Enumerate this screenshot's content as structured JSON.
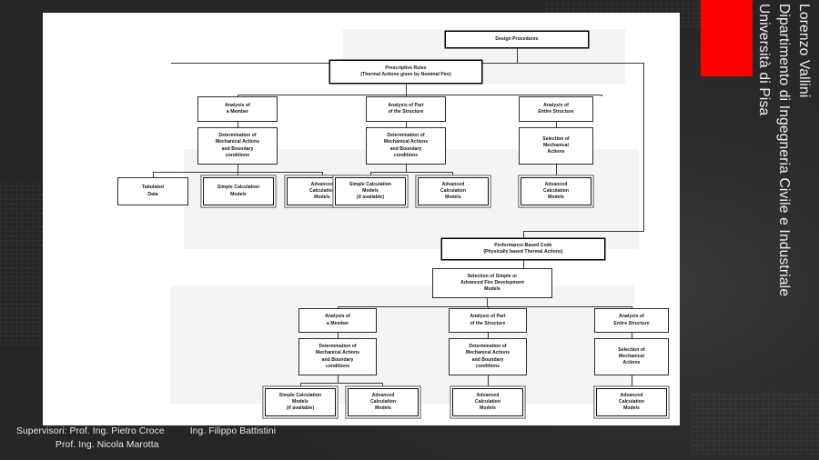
{
  "slide": {
    "accent_red": "#fe0000",
    "background": "#2b2b2b",
    "vertical_title": {
      "line1": "Lorenzo Vallini",
      "line2": "Dipartimento di Ingegneria Civile e Industriale",
      "line3": "Università di Pisa"
    },
    "footer": {
      "left_line1": "Supervisori: Prof. Ing. Pietro Croce",
      "left_line2": "Prof. Ing. Nicola Marotta",
      "right_line1": "Ing. Filippo Battistini"
    }
  },
  "diagram": {
    "title": "Design Procedures",
    "nodes": {
      "design_procedures": "Design Procedures",
      "prescriptive_rules": "Prescriptive Rules\n(Thermal Actions given by Nominal Fire)",
      "performance_based_code": "Performance-Based Code\n(Physically based Thermal Actions)",
      "fire_dev_models": "Selection of Simple or\nAdvanced Fire Development\nModels",
      "analysis_member": "Analysis of\na Member",
      "analysis_part": "Analysis of Part\nof the Structure",
      "analysis_entire": "Analysis of\nEntire Structure",
      "determination": "Determination of\nMechanical Actions\nand Boundary\nconditions",
      "selection_mech": "Selection of\nMechanical\nActions",
      "tabulated_data": "Tabulated\nData",
      "simple_calc": "Simple Calculation\nModels",
      "simple_calc_avail": "Simple Calculation\nModels\n(if available)",
      "advanced_calc": "Advanced\nCalculation\nModels"
    },
    "prescriptive_branch": {
      "columns": [
        {
          "head": "Analysis of\na Member",
          "mid": "Determination of\nMechanical Actions\nand Boundary\nconditions",
          "leaves": [
            "Tabulated\nData",
            "Simple Calculation\nModels",
            "Advanced\nCalculation\nModels"
          ]
        },
        {
          "head": "Analysis of Part\nof the Structure",
          "mid": "Determination of\nMechanical Actions\nand Boundary\nconditions",
          "leaves": [
            "Simple Calculation\nModels\n(if available)",
            "Advanced\nCalculation\nModels"
          ]
        },
        {
          "head": "Analysis of\nEntire Structure",
          "mid": "Selection of\nMechanical\nActions",
          "leaves": [
            "Advanced\nCalculation\nModels"
          ]
        }
      ]
    },
    "performance_branch": {
      "columns": [
        {
          "head": "Analysis of\na Member",
          "mid": "Determination of\nMechanical Actions\nand Boundary\nconditions",
          "leaves": [
            "Simple Calculation\nModels\n(if available)",
            "Advanced\nCalculation\nModels"
          ]
        },
        {
          "head": "Analysis of Part\nof the Structure",
          "mid": "Determination of\nMechanical Actions\nand Boundary\nconditions",
          "leaves": [
            "Advanced\nCalculation\nModels"
          ]
        },
        {
          "head": "Analysis of\nEntire Structure",
          "mid": "Selection of\nMechanical\nActions",
          "leaves": [
            "Advanced\nCalculation\nModels"
          ]
        }
      ]
    }
  }
}
